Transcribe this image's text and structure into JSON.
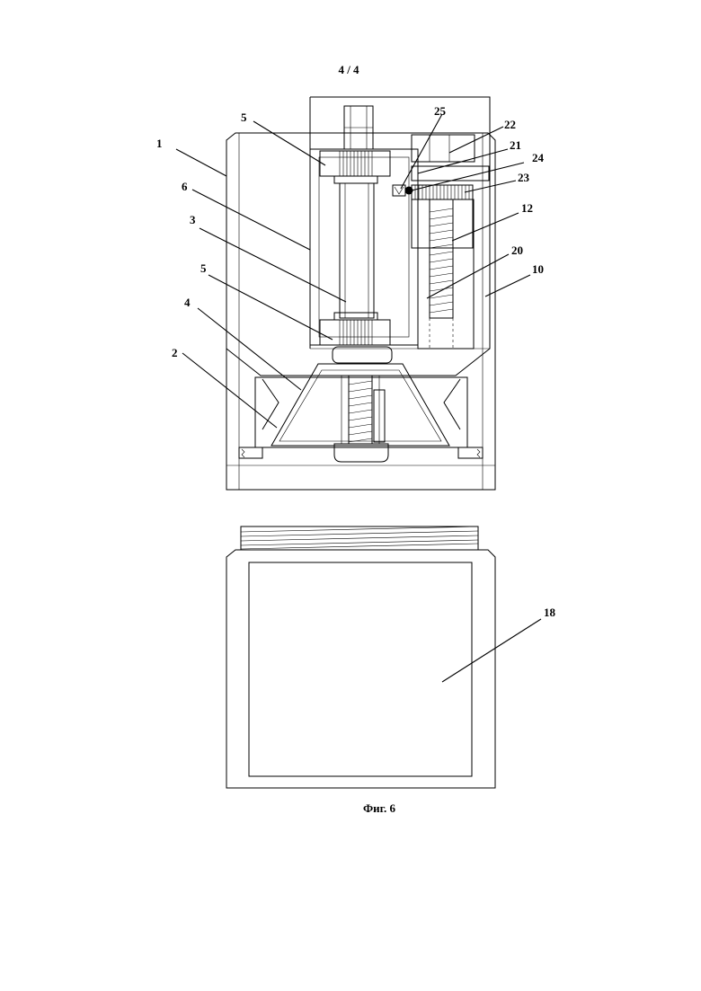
{
  "page_number": "4 / 4",
  "caption": "Фиг. 6",
  "labels": {
    "l1": "1",
    "l2": "2",
    "l3": "3",
    "l4": "4",
    "l5a": "5",
    "l5b": "5",
    "l6": "6",
    "l10": "10",
    "l12": "12",
    "l18": "18",
    "l20": "20",
    "l21": "21",
    "l22": "22",
    "l23": "23",
    "l24": "24",
    "l25": "25"
  }
}
